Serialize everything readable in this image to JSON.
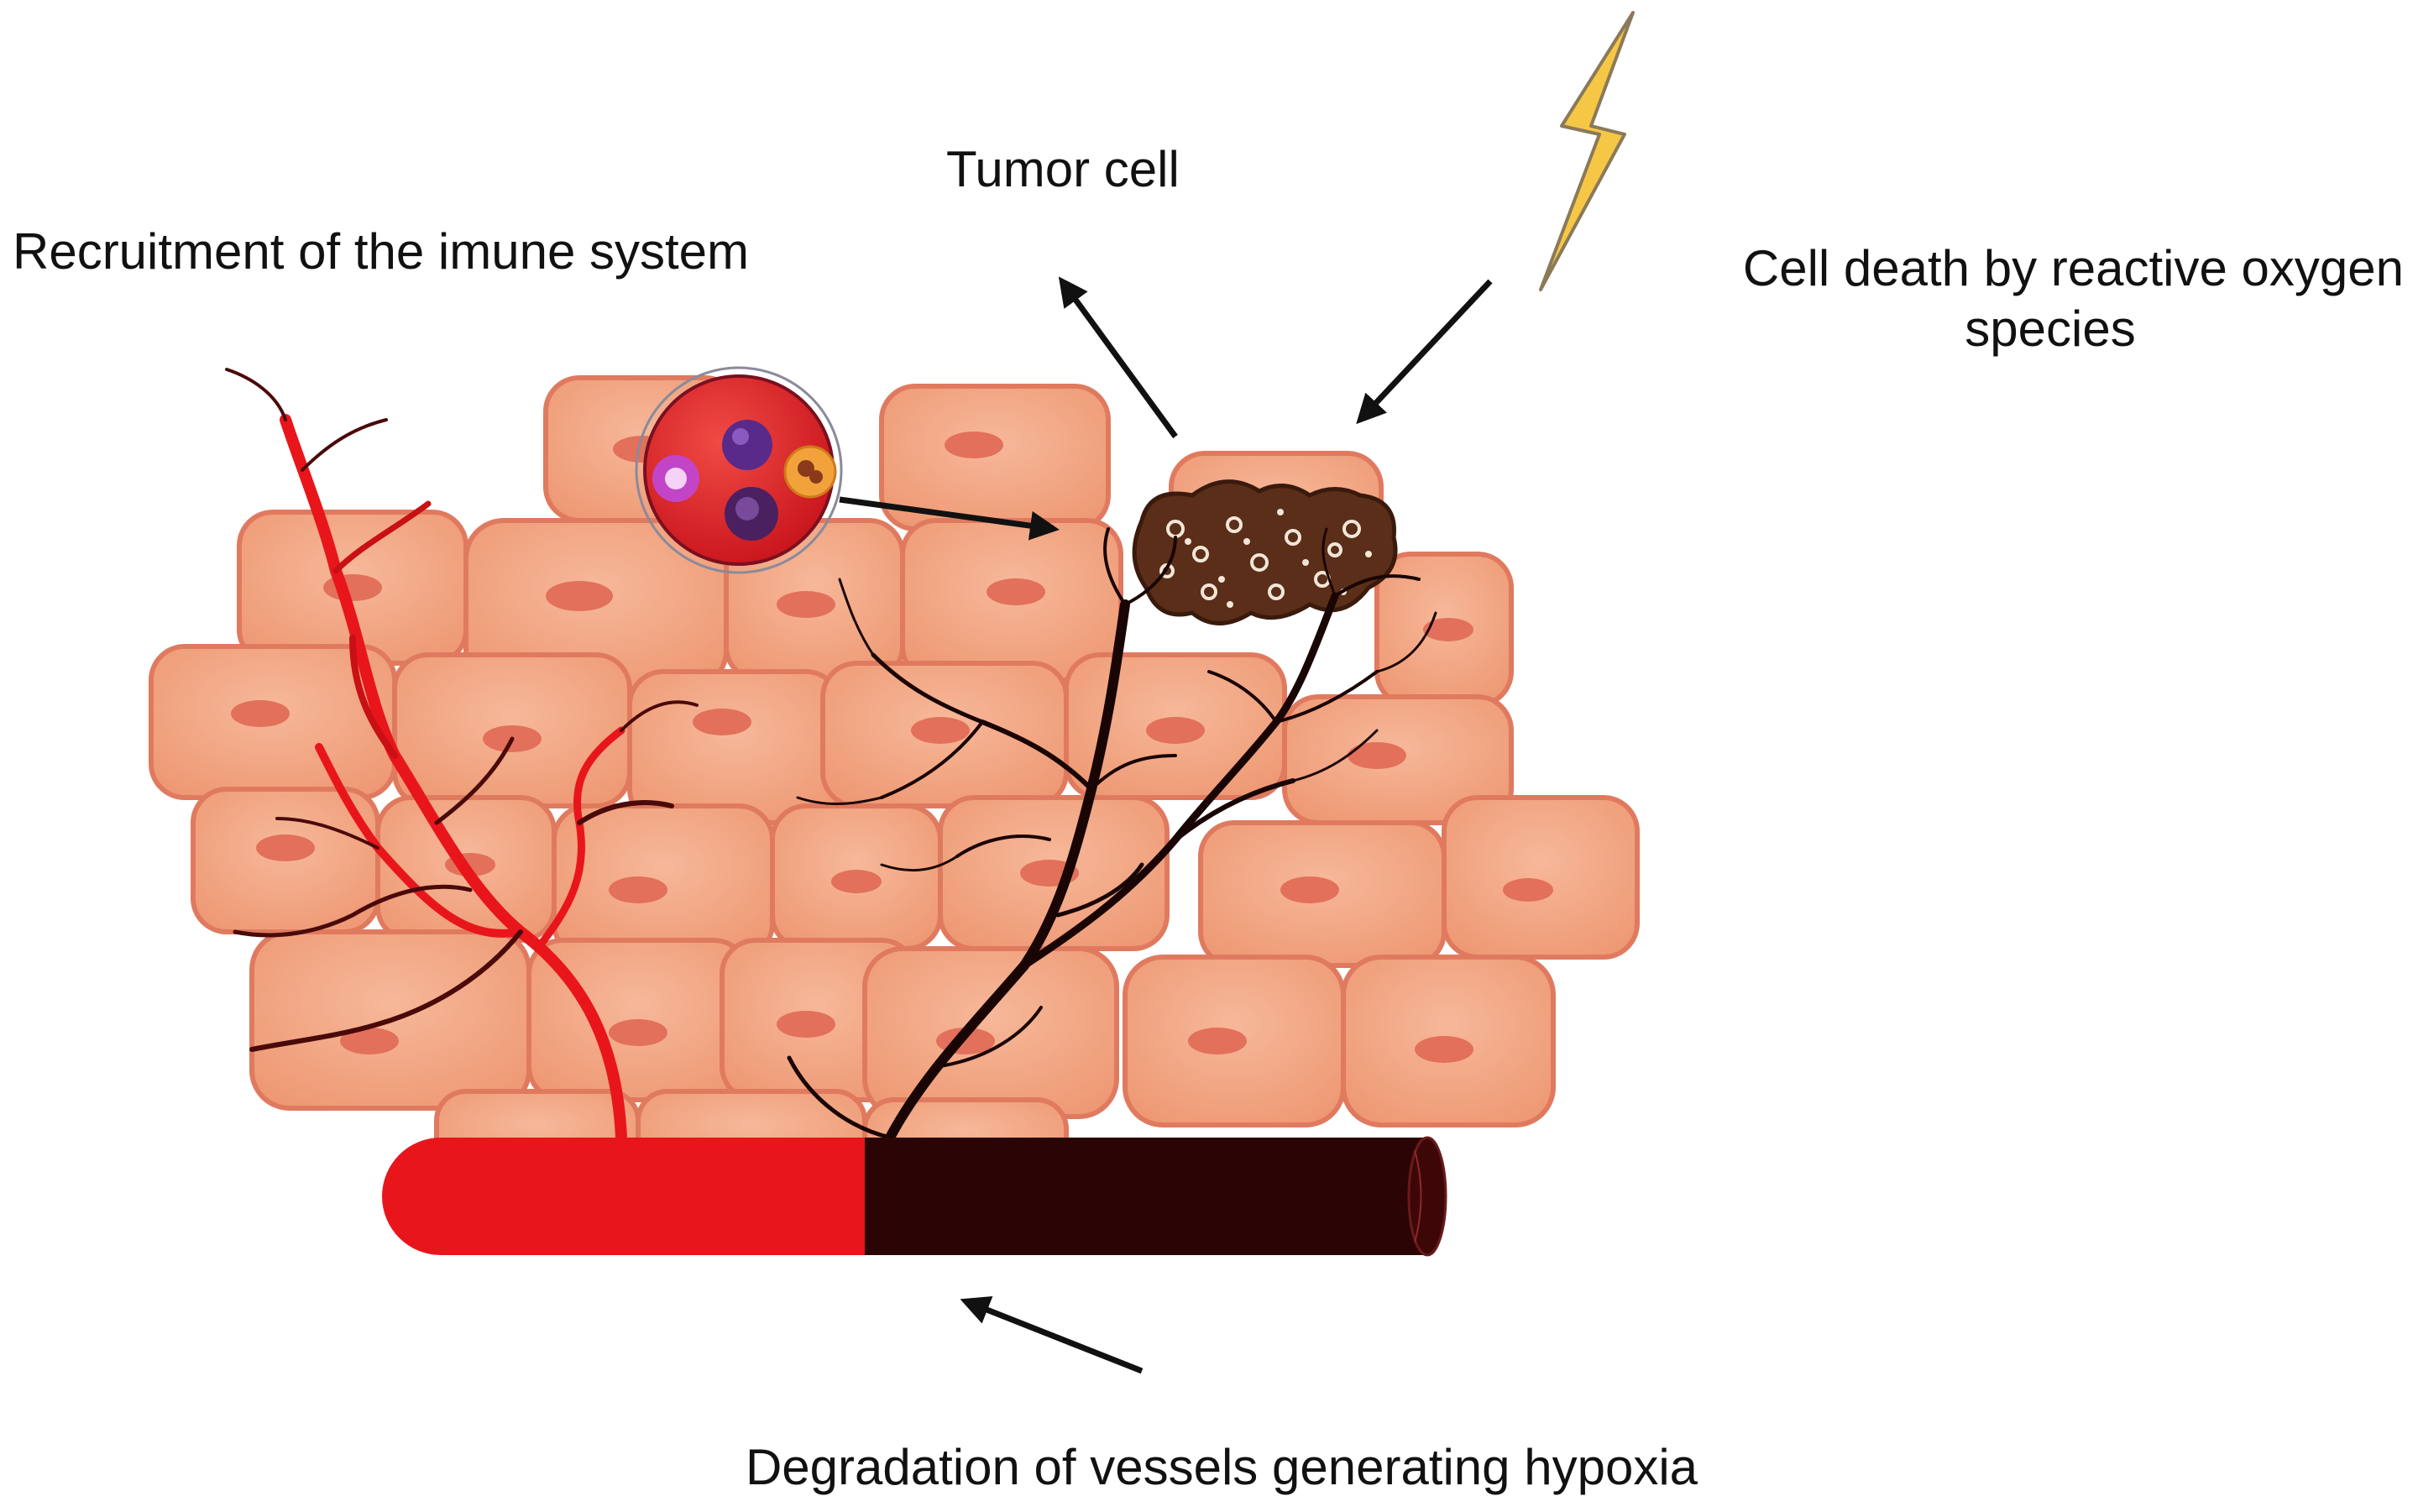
{
  "labels": {
    "immune": "Recruitment of the imune system",
    "tumor": "Tumor cell",
    "ros_line1": "Cell death by reactive oxygen",
    "ros_line2": "species",
    "hypoxia": "Degradation of vessels generating hypoxia"
  },
  "colors": {
    "cell_fill": "#f2a887",
    "cell_edge": "#e07a5f",
    "nucleus": "#e2705a",
    "healthy_vessel": "#e8161b",
    "degraded_vessel": "#2b0505",
    "tumor_cell": "#5a2e18",
    "lightning": "#f6c744",
    "arrow": "#111111"
  },
  "icons": [
    "lightning-bolt-icon",
    "immune-cell-cluster-icon",
    "tumor-cell-icon",
    "blood-vessel-icon"
  ]
}
